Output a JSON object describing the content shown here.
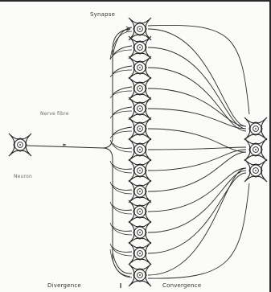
{
  "diagram": {
    "labels": {
      "synapse": "Synapse",
      "nerve_fibre": "Nerve fibre",
      "neuron": "Neuron",
      "divergence": "Divergence",
      "convergence": "Convergence"
    },
    "icons": {
      "source_neuron": "neuron-cell-icon",
      "relay_neuron": "neuron-cell-icon",
      "target_neuron": "neuron-cell-icon"
    },
    "relay_neuron_count": 13,
    "target_neuron_count": 3,
    "colors": {
      "ink": "#2a2a2a",
      "paper": "#fbfbf9"
    }
  }
}
